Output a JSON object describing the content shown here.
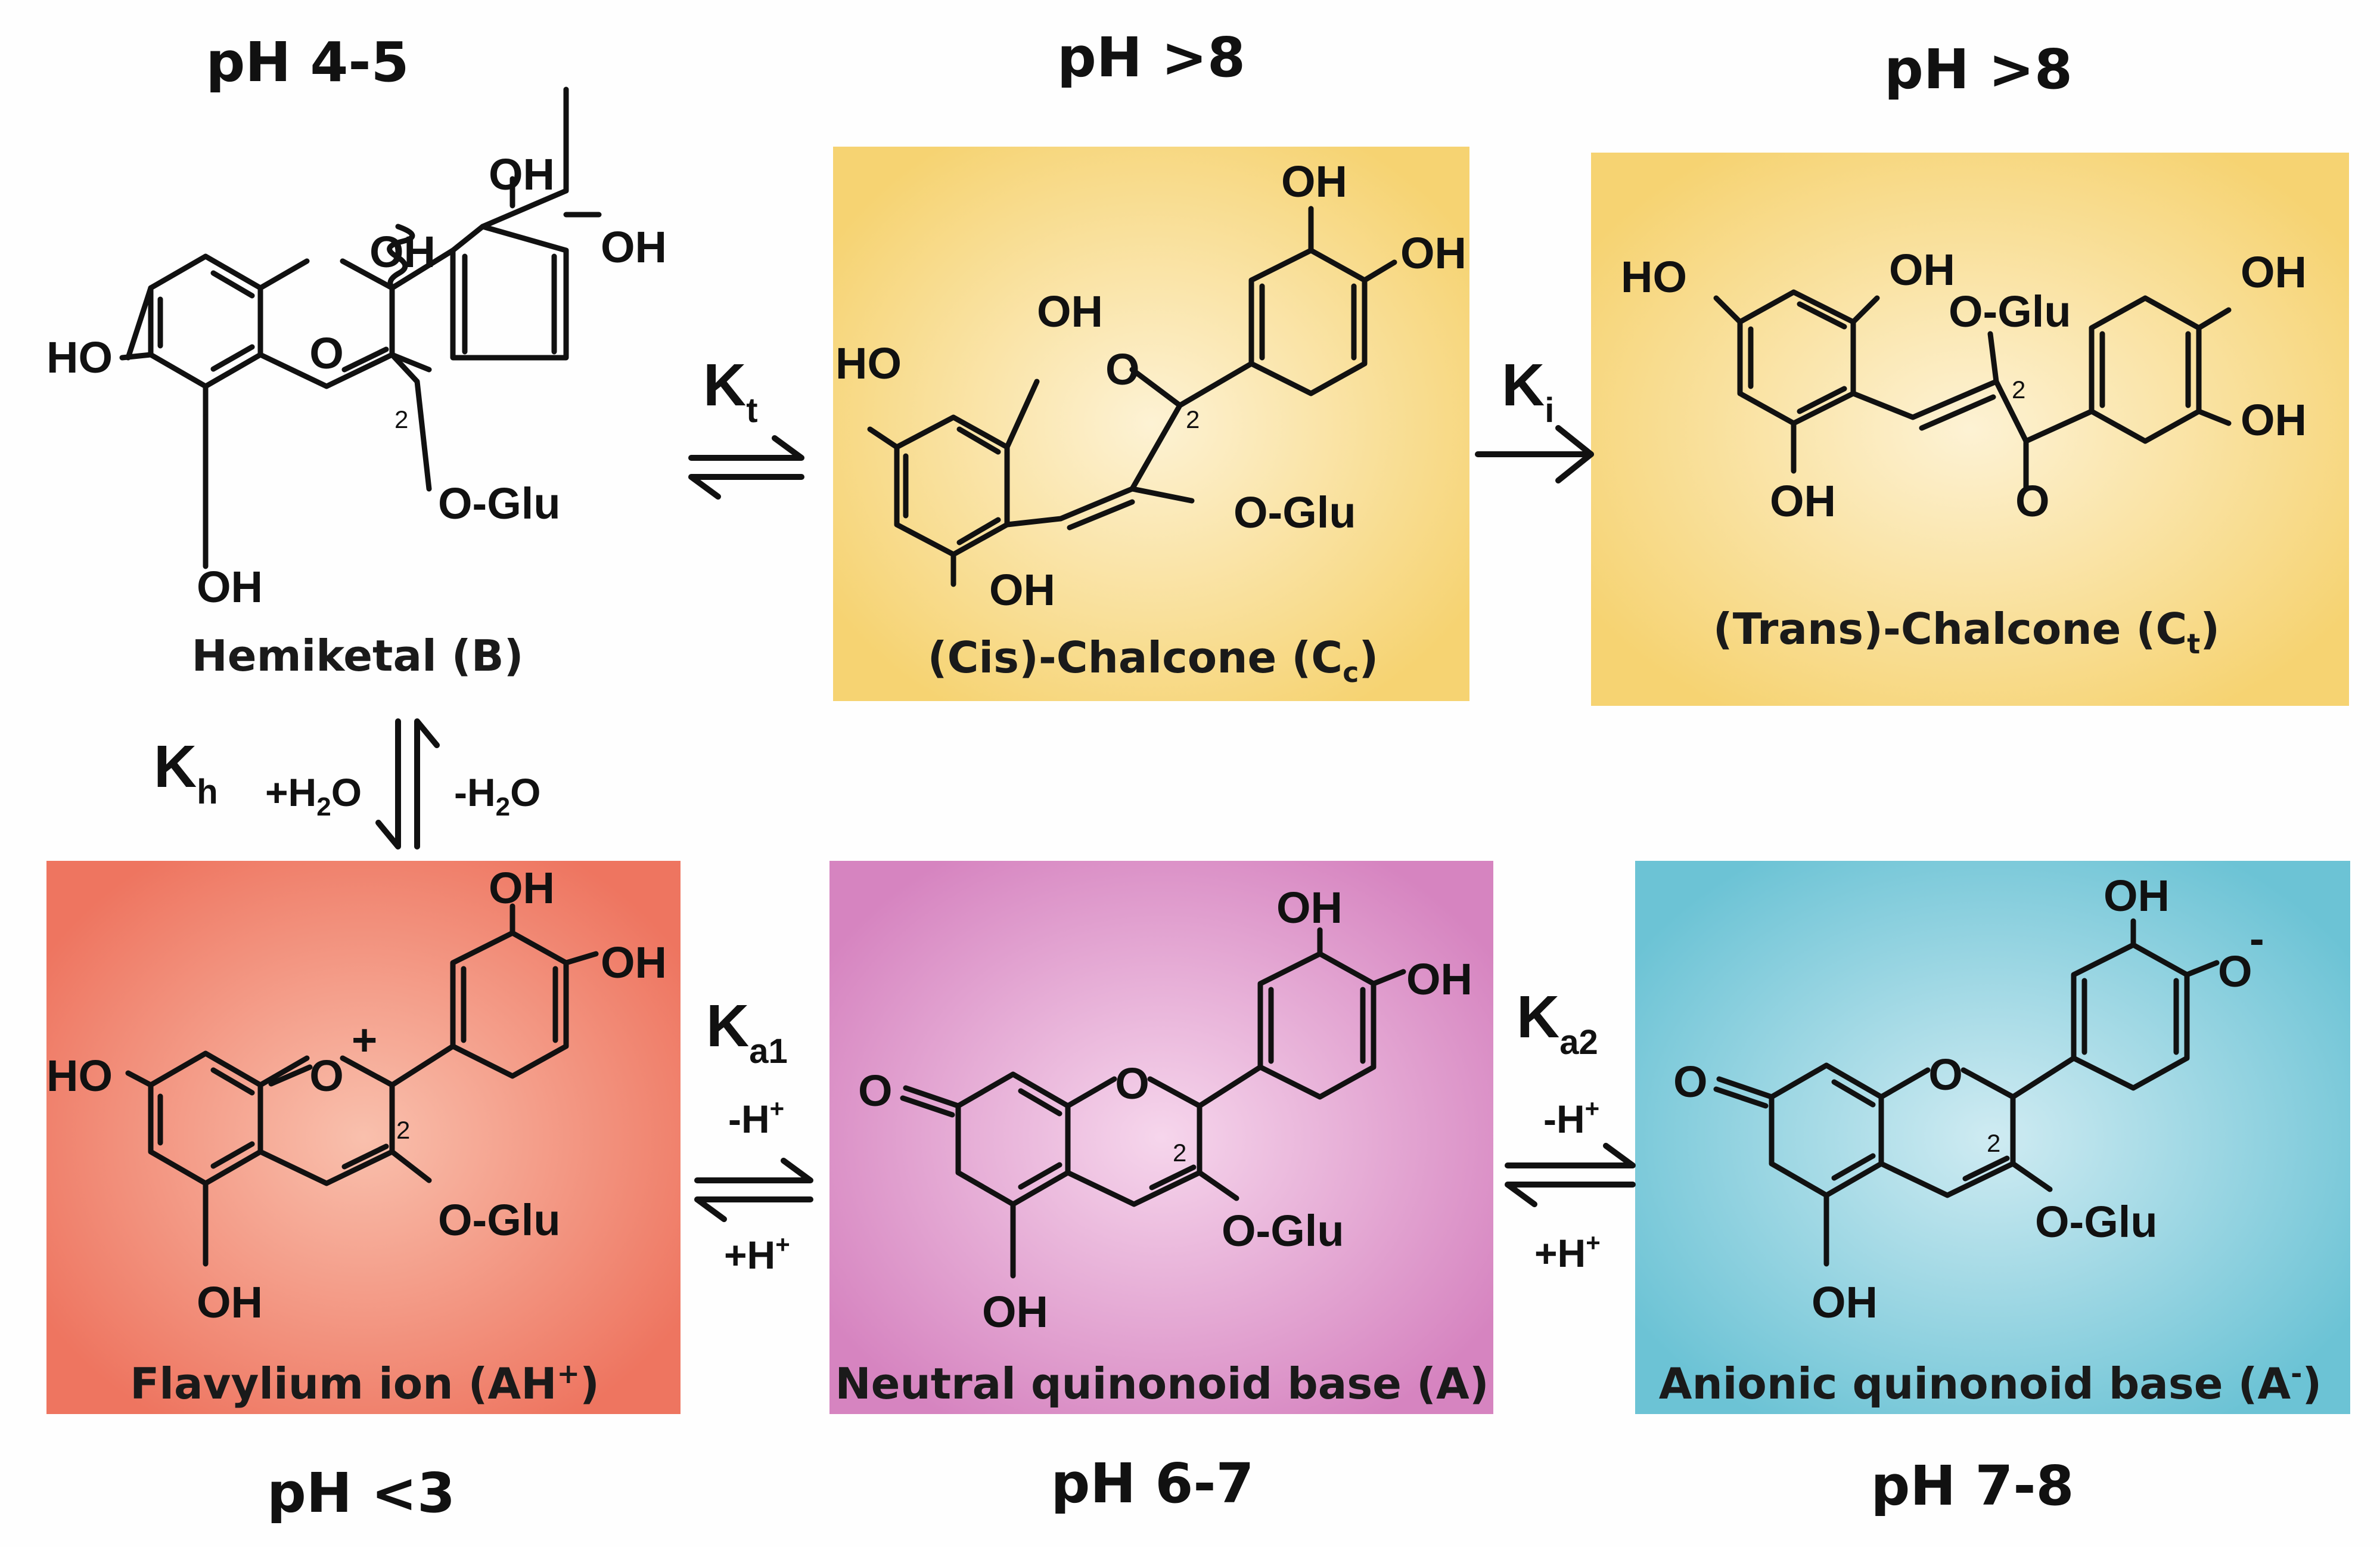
{
  "colors": {
    "chalcone_box": "#f6d372",
    "chalcone_center": "#fdf2d4",
    "flavylium_box": "#ee7560",
    "flavylium_center": "#f9c0ad",
    "neutral_box": "#d684c0",
    "neutral_center": "#f6d6ec",
    "anionic_box": "#6cc3d5",
    "anionic_center": "#cfebf2"
  },
  "ph_labels": {
    "hemiketal": "pH 4-5",
    "cis": "pH >8",
    "trans": "pH >8",
    "flavylium": "pH <3",
    "neutral": "pH 6-7",
    "anionic": "pH 7-8"
  },
  "species": {
    "hemiketal": {
      "name": "Hemiketal (B)"
    },
    "cis": {
      "name_main": "(Cis)-Chalcone (C",
      "name_sub": "c",
      "name_end": ")"
    },
    "trans": {
      "name_main": "(Trans)-Chalcone (C",
      "name_sub": "t",
      "name_end": ")"
    },
    "flavylium": {
      "name_main": "Flavylium ion (AH",
      "name_sup": "+",
      "name_end": ")"
    },
    "neutral": {
      "name": "Neutral quinonoid base (A)"
    },
    "anionic": {
      "name_main": "Anionic quinonoid base (A",
      "name_sup": "-",
      "name_end": ")"
    }
  },
  "atoms": {
    "oh": "OH",
    "ho": "HO",
    "o": "O",
    "oglu": "O-Glu",
    "plus": "+",
    "minus": "-",
    "c2": "2"
  },
  "equilibria": {
    "kt": {
      "k": "K",
      "sub": "t"
    },
    "ki": {
      "k": "K",
      "sub": "i"
    },
    "kh": {
      "k": "K",
      "sub": "h",
      "add_water_pre": "+H",
      "water_sub": "2",
      "water_post": "O",
      "rem_water_pre": "-H"
    },
    "ka1": {
      "k": "K",
      "sub": "a1",
      "top": "-H",
      "top_sup": "+",
      "bottom": "+H",
      "bottom_sup": "+"
    },
    "ka2": {
      "k": "K",
      "sub": "a2",
      "top": "-H",
      "top_sup": "+",
      "bottom": "+H",
      "bottom_sup": "+"
    }
  }
}
